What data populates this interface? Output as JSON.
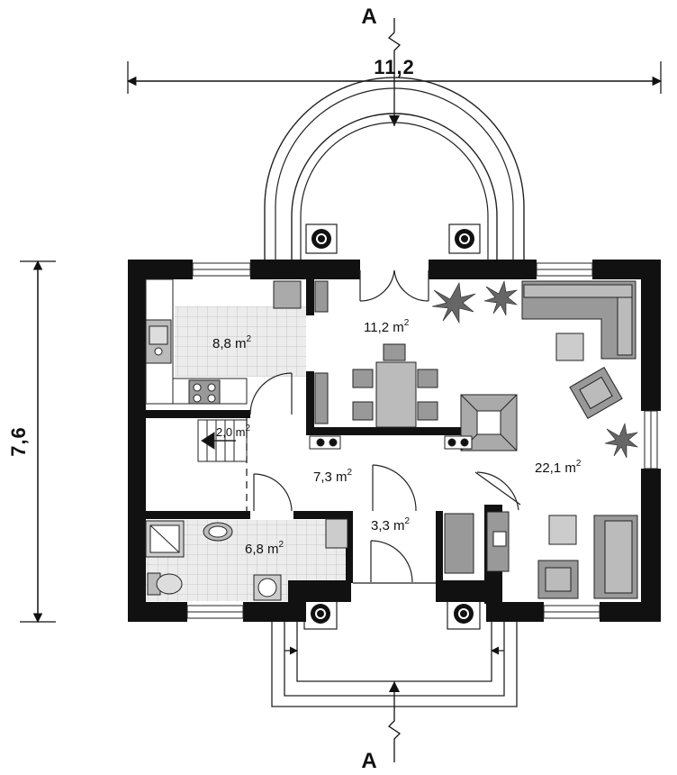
{
  "dimensions": {
    "width_label": "11,2",
    "height_label": "7,6"
  },
  "section_marks": {
    "top": "A",
    "bottom": "A"
  },
  "unit_superscript": "2",
  "rooms": [
    {
      "id": "kitchen",
      "area": "8,8 m"
    },
    {
      "id": "dining",
      "area": "11,2 m"
    },
    {
      "id": "stairs",
      "area": "2,0 m"
    },
    {
      "id": "hall",
      "area": "7,3 m"
    },
    {
      "id": "living",
      "area": "22,1 m"
    },
    {
      "id": "bathroom",
      "area": "6,8 m"
    },
    {
      "id": "vestibule",
      "area": "3,3 m"
    }
  ],
  "colors": {
    "wall": "#111111",
    "tile": "#e4e4e4",
    "furniture": "#9a9a9a",
    "line": "#222222"
  }
}
